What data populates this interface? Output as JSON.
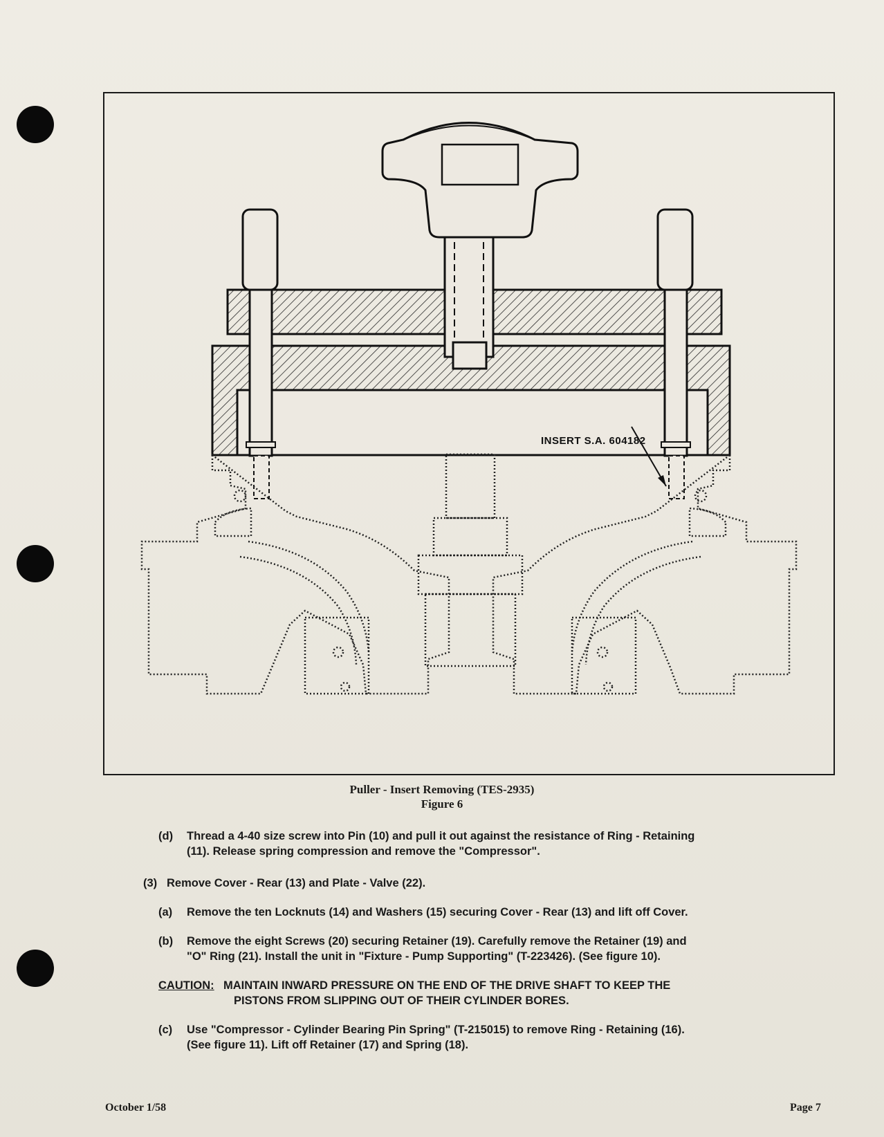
{
  "figure": {
    "callout": "INSERT S.A. 604182",
    "caption_line1": "Puller - Insert Removing (TES-2935)",
    "caption_line2": "Figure 6"
  },
  "steps": {
    "d_label": "(d)",
    "d_line1": "Thread a 4-40 size screw into Pin (10) and pull it out against the resistance of Ring - Retaining",
    "d_line2": "(11). Release spring compression and remove the \"Compressor\".",
    "s3_label": "(3)",
    "s3_text": "Remove Cover - Rear (13) and Plate - Valve (22).",
    "a_label": "(a)",
    "a_text": "Remove the ten Locknuts (14) and Washers (15) securing Cover - Rear (13) and lift off Cover.",
    "b_label": "(b)",
    "b_line1": "Remove the eight Screws (20) securing Retainer (19). Carefully remove the Retainer (19) and",
    "b_line2": "\"O\" Ring (21). Install the unit in \"Fixture - Pump Supporting\" (T-223426). (See figure 10).",
    "caution_label": "CAUTION:",
    "caution_line1": "MAINTAIN INWARD PRESSURE ON THE END OF THE DRIVE SHAFT TO KEEP THE",
    "caution_line2": "PISTONS FROM SLIPPING OUT OF THEIR CYLINDER BORES.",
    "c_label": "(c)",
    "c_line1": "Use \"Compressor - Cylinder Bearing Pin Spring\" (T-215015) to remove Ring - Retaining (16).",
    "c_line2": "(See figure 11). Lift off Retainer (17) and Spring (18)."
  },
  "footer": {
    "date": "October 1/58",
    "page": "Page 7"
  }
}
